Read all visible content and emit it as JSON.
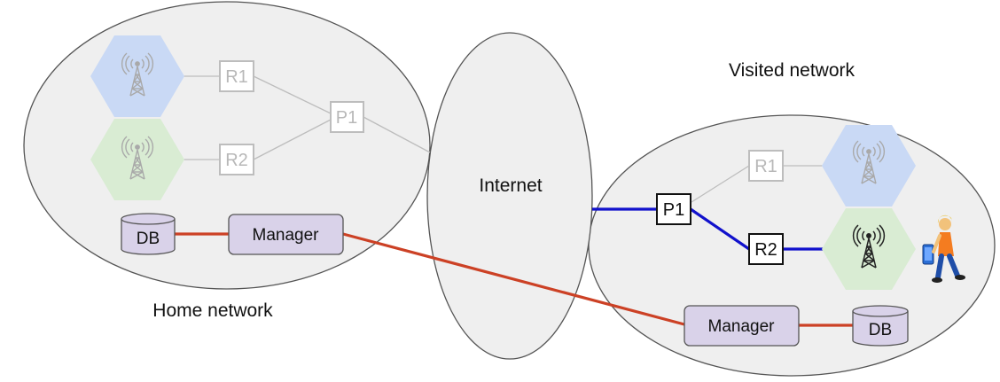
{
  "home": {
    "label": "Home network",
    "routers": [
      "R1",
      "R2"
    ],
    "peer": "P1",
    "manager": "Manager",
    "db": "DB"
  },
  "internet": {
    "label": "Internet"
  },
  "visited": {
    "label": "Visited network",
    "routers": [
      "R1",
      "R2"
    ],
    "peer": "P1",
    "manager": "Manager",
    "db": "DB"
  },
  "colors": {
    "network_fill": "#efefef",
    "network_stroke": "#555555",
    "cell_blue": "#c9d9f5",
    "cell_green": "#d9ecd3",
    "manager_fill": "#d9d2e9",
    "control_link": "#cc4125",
    "data_path": "#1111cc",
    "inactive": "#b8b8b8"
  },
  "icons": {
    "tower": "antenna-tower-icon",
    "database": "database-cylinder-icon",
    "user": "person-walking-with-phone-icon"
  }
}
